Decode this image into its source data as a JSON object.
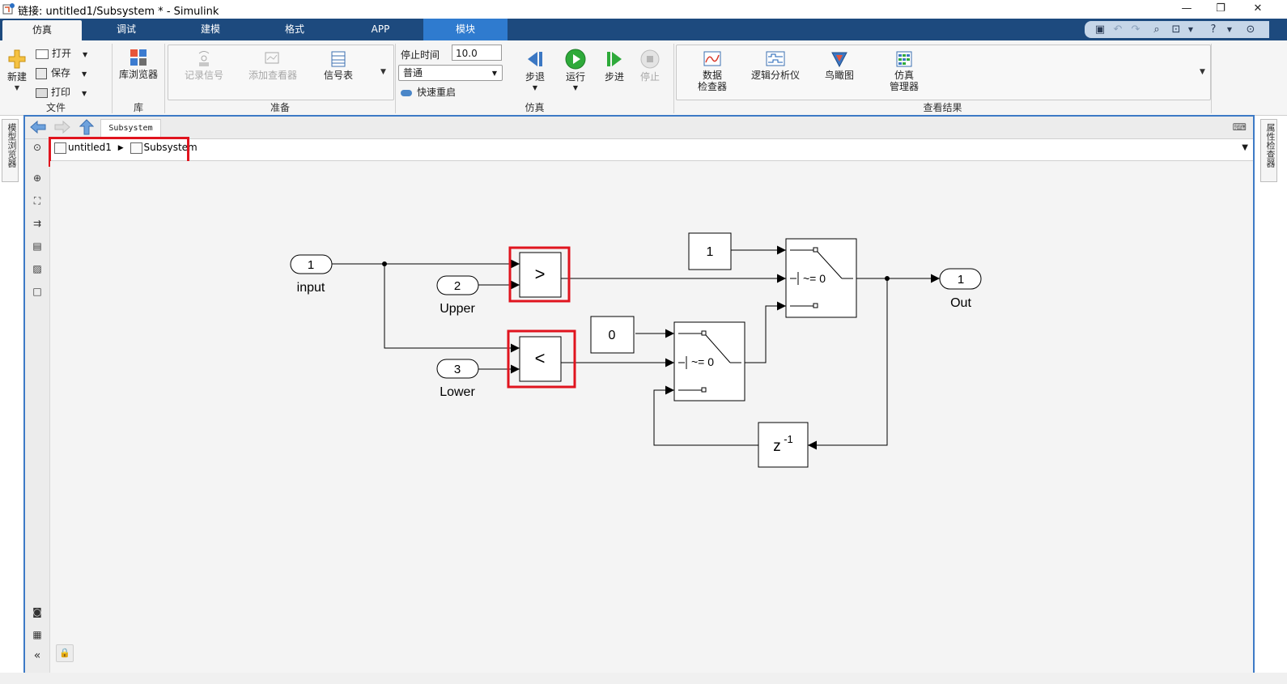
{
  "window": {
    "title": "链接: untitled1/Subsystem * - Simulink",
    "controls": [
      "—",
      "❐",
      "✕"
    ]
  },
  "tabs": [
    {
      "label": "仿真",
      "active": true
    },
    {
      "label": "调试"
    },
    {
      "label": "建模"
    },
    {
      "label": "格式"
    },
    {
      "label": "APP"
    },
    {
      "label": "模块",
      "contextual": true
    }
  ],
  "ribbon": {
    "file": {
      "group_label": "文件",
      "new_label": "新建",
      "open_label": "打开",
      "save_label": "保存",
      "print_label": "打印"
    },
    "library": {
      "group_label": "库",
      "browser_label": "库浏览器"
    },
    "prepare": {
      "group_label": "准备",
      "log_signal_label": "记录信号",
      "add_viewer_label": "添加查看器",
      "signal_table_label": "信号表"
    },
    "simulate": {
      "group_label": "仿真",
      "stop_time_label": "停止时间",
      "stop_time_value": "10.0",
      "mode_value": "普通",
      "fast_restart_label": "快速重启",
      "step_back_label": "步退",
      "run_label": "运行",
      "step_forward_label": "步进",
      "stop_label": "停止"
    },
    "review": {
      "group_label": "查看结果",
      "data_inspector_label_1": "数据",
      "data_inspector_label_2": "检查器",
      "logic_analyzer_label": "逻辑分析仪",
      "birdseye_label": "鸟瞰图",
      "sim_manager_label_1": "仿真",
      "sim_manager_label_2": "管理器"
    }
  },
  "side_panels": {
    "left": "模型浏览器",
    "right": "属性检查器"
  },
  "editor": {
    "nav_tab": "Subsystem",
    "breadcrumb": [
      "untitled1",
      "Subsystem"
    ]
  },
  "diagram": {
    "inport_1": {
      "number": "1",
      "label": "input"
    },
    "inport_2": {
      "number": "2",
      "label": "Upper"
    },
    "inport_3": {
      "number": "3",
      "label": "Lower"
    },
    "outport_1": {
      "number": "1",
      "label": "Out"
    },
    "const_1": "1",
    "const_0": "0",
    "relop_gt": ">",
    "relop_lt": "<",
    "switch_1": "~= 0",
    "switch_2": "~= 0",
    "delay": "z",
    "delay_exp": "-1"
  },
  "colors": {
    "tab_bar": "#1d4a7e",
    "contextual_tab": "#2f7bcf",
    "editor_border": "#3d7ac6",
    "highlight": "#e0141e",
    "run_green": "#2eaa3a"
  }
}
